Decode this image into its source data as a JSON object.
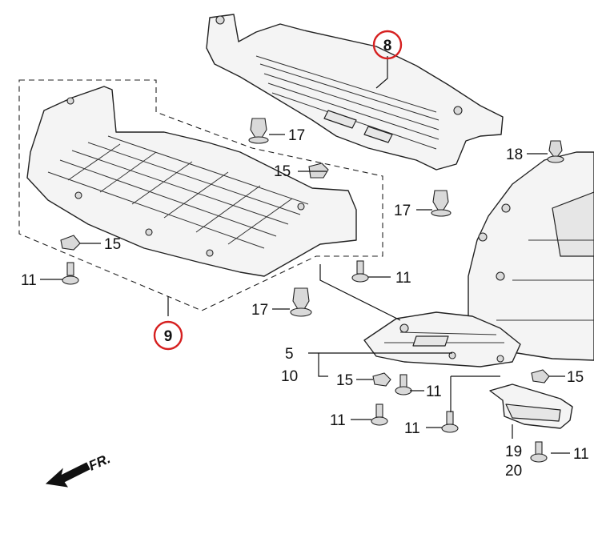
{
  "diagram": {
    "callouts": {
      "part_8": "8",
      "part_9": "9"
    },
    "labels": {
      "l17_a": "17",
      "l15_a": "15",
      "l18": "18",
      "l17_b": "17",
      "l15_b": "15",
      "l11_a": "11",
      "l11_b": "11",
      "l17_c": "17",
      "l5": "5",
      "l10": "10",
      "l15_c": "15",
      "l11_c": "11",
      "l15_d": "15",
      "l11_d": "11",
      "l11_e": "11",
      "l19": "19",
      "l20": "20",
      "l11_f": "11"
    },
    "front_indicator": "FR.",
    "highlight_color": "#d62020"
  }
}
